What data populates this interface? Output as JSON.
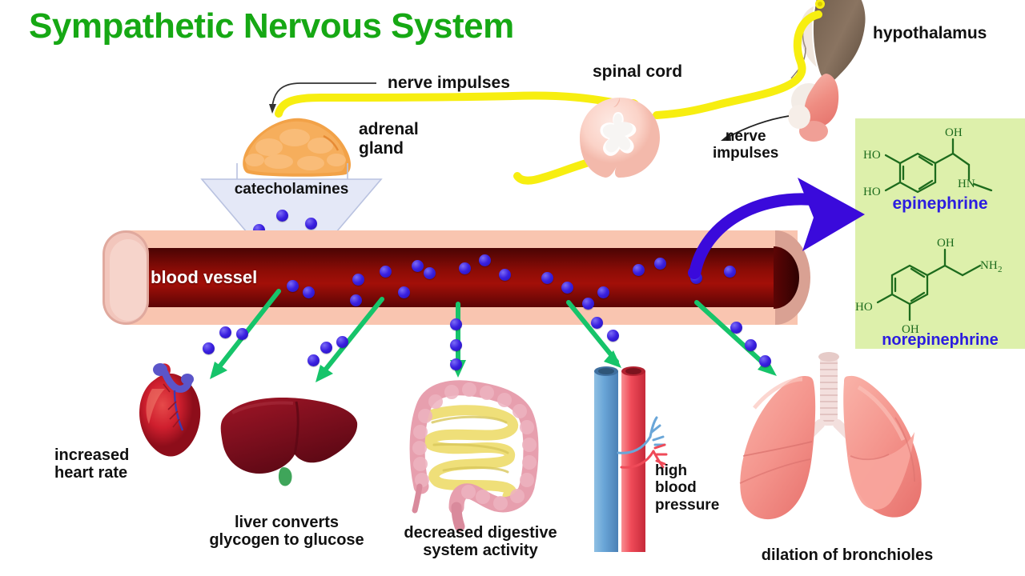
{
  "title": "Sympathetic Nervous System",
  "title_color": "#16a814",
  "labels": {
    "nerve_impulses_left": "nerve impulses",
    "spinal_cord": "spinal cord",
    "hypothalamus": "hypothalamus",
    "nerve_impulses_right": "nerve\nimpulses",
    "nerve_impulses_right_line1": "nerve",
    "nerve_impulses_right_line2": "impulses",
    "adrenal_gland_line1": "adrenal",
    "adrenal_gland_line2": "gland",
    "catecholamines": "catecholamines",
    "blood_vessel": "blood vessel"
  },
  "chem_panel": {
    "background": "#ddf0ab",
    "structure_color": "#1d6b1d",
    "name_color": "#2b1ce0",
    "molecules": [
      {
        "name": "epinephrine",
        "atoms": [
          "HO",
          "HO",
          "OH",
          "HN"
        ]
      },
      {
        "name": "norepinephrine",
        "atoms": [
          "OH",
          "NH2",
          "HO",
          "OH"
        ]
      }
    ]
  },
  "effects": [
    {
      "id": "heart",
      "line1": "increased",
      "line2": "heart rate"
    },
    {
      "id": "liver",
      "line1": "liver converts",
      "line2": "glycogen to glucose"
    },
    {
      "id": "intestine",
      "line1": "decreased digestive",
      "line2": "system activity"
    },
    {
      "id": "vessels",
      "line1": "high",
      "line2": "blood",
      "line3": "pressure"
    },
    {
      "id": "lungs",
      "line1": "dilation of bronchioles",
      "line2": ""
    }
  ],
  "colors": {
    "nerve_yellow": "#f7ee10",
    "catecholamine_dot": "#3a20e0",
    "green_arrow": "#16c46a",
    "purple_arrow": "#3a0adb",
    "vessel_wall": "#f9c5b0",
    "vessel_lumen": "#8c0c06",
    "adrenal_orange": "#f5a24a",
    "spinal_pink": "#fbd9d0",
    "heart_red": "#c8192b",
    "liver_dark_red": "#8e1020",
    "intestine_pink": "#eba2ae",
    "intestine_yellow": "#f0e07a",
    "artery_red": "#ef4a58",
    "vein_blue": "#6aa6d8",
    "lung_salmon": "#f4948c",
    "triangle_fill": "#e4e8f7"
  }
}
